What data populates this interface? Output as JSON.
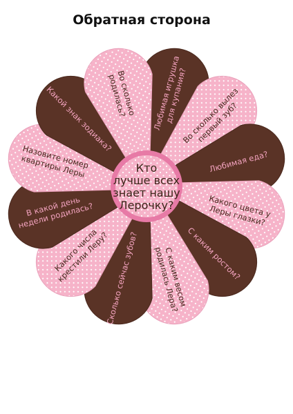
{
  "title": "Обратная сторона",
  "center": {
    "lines": [
      "Кто",
      "лучше всех",
      "знает нашу",
      "Лерочку?"
    ]
  },
  "colors": {
    "pink": "#f6b3c9",
    "pink_dot": "#ffffff",
    "brown": "#5a3326",
    "brown_text": "#f3a3bf",
    "pink_text": "#4b2a20",
    "center_ring": "#e77aa6"
  },
  "petals": [
    {
      "style": "brown",
      "lines": [
        "Любимая игрушка",
        "для купания?"
      ]
    },
    {
      "style": "pink",
      "lines": [
        "Во сколько вылез",
        "первый зуб?"
      ]
    },
    {
      "style": "brown",
      "lines": [
        "Любимая еда?"
      ]
    },
    {
      "style": "pink",
      "lines": [
        "Какого цвета у",
        "Леры глазки?"
      ]
    },
    {
      "style": "brown",
      "lines": [
        "С каким ростом?"
      ]
    },
    {
      "style": "pink",
      "lines": [
        "С каким весом",
        "родилась Лера?"
      ]
    },
    {
      "style": "brown",
      "lines": [
        "Сколько сейчас зубов?"
      ]
    },
    {
      "style": "pink",
      "lines": [
        "Какого числа",
        "крестили Леру?"
      ]
    },
    {
      "style": "brown",
      "lines": [
        "В какой день",
        "недели родилась?"
      ]
    },
    {
      "style": "pink",
      "lines": [
        "Назовите номер",
        "квартиры Леры"
      ]
    },
    {
      "style": "brown",
      "lines": [
        "Какой знак зодиака?"
      ]
    },
    {
      "style": "pink",
      "lines": [
        "Во сколько",
        "родилась?"
      ]
    }
  ]
}
